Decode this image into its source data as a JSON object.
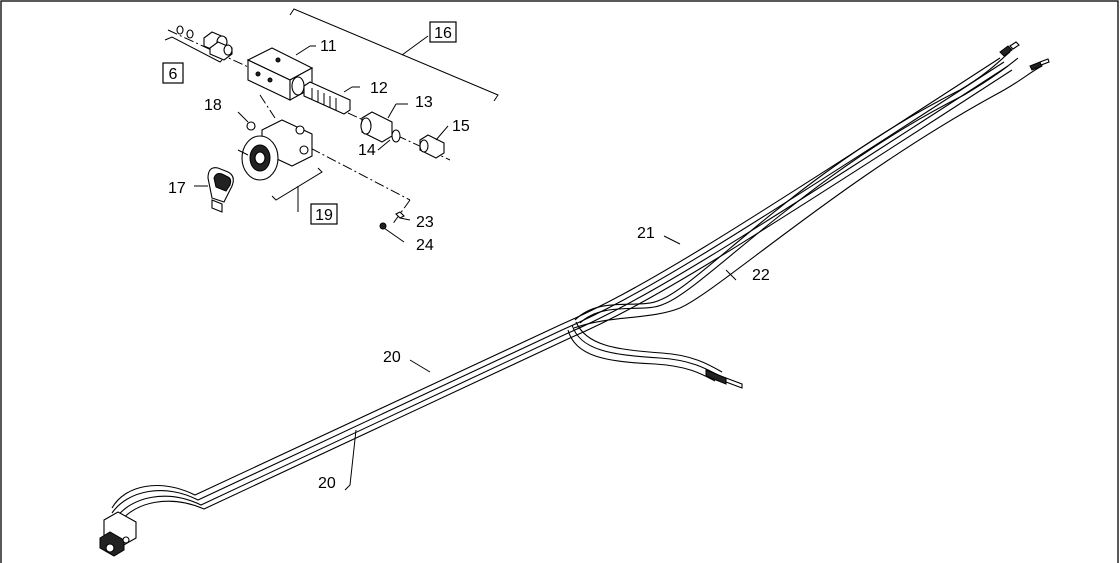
{
  "callouts": {
    "c6": "6",
    "c11": "11",
    "c12": "12",
    "c13": "13",
    "c14": "14",
    "c15": "15",
    "c16": "16",
    "c17": "17",
    "c18": "18",
    "c19": "19",
    "c20a": "20",
    "c20b": "20",
    "c21": "21",
    "c22": "22",
    "c23": "23",
    "c24": "24"
  }
}
